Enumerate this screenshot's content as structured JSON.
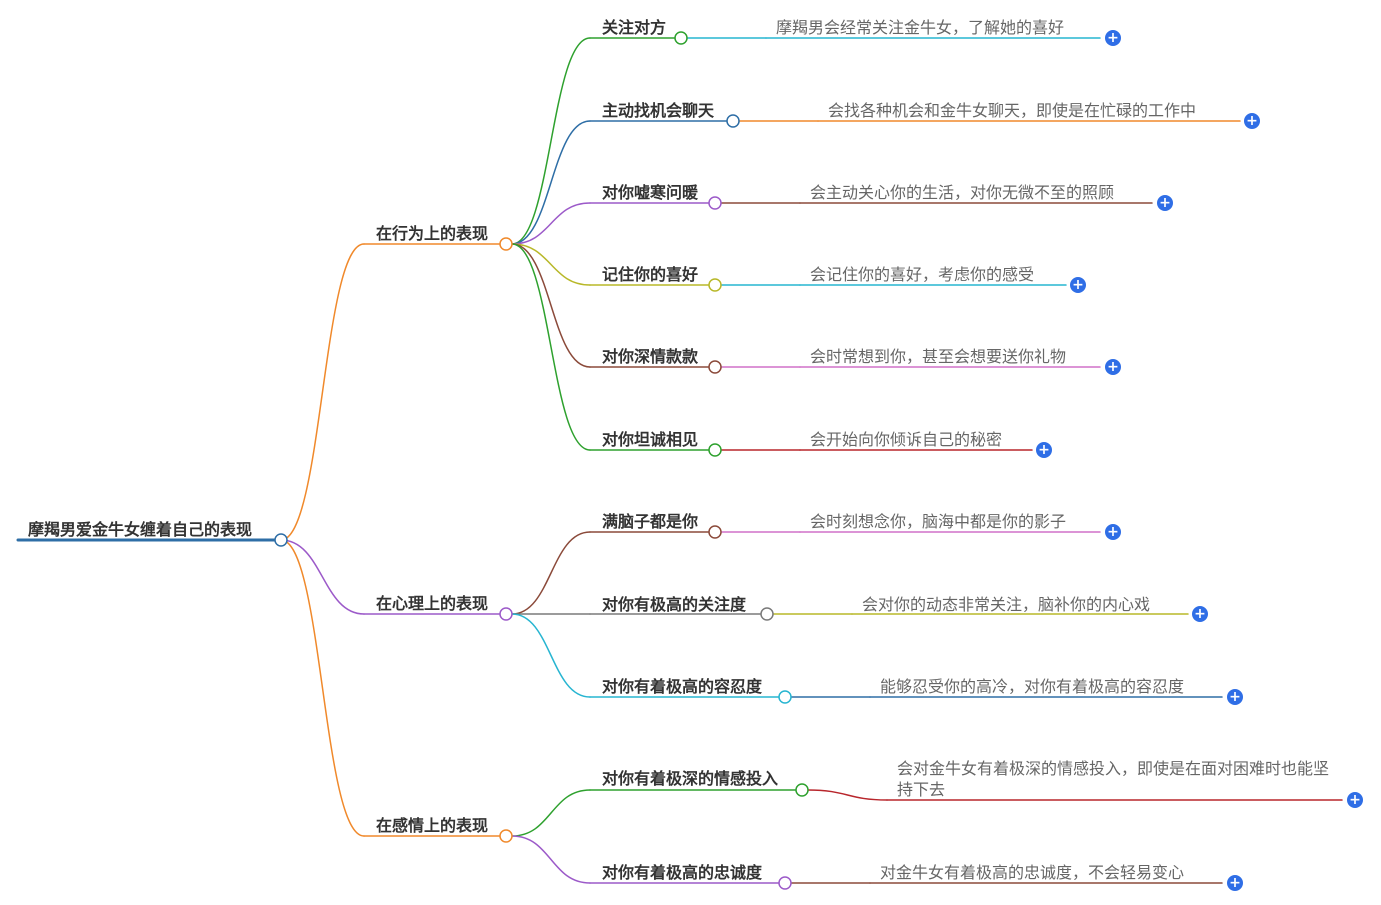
{
  "root": {
    "label": "摩羯男爱金牛女缠着自己的表现",
    "color": "#2e6ea6"
  },
  "branches": [
    {
      "label": "在行为上的表现",
      "color": "#f0892b",
      "children": [
        {
          "label": "关注对方",
          "color": "#2ea12e",
          "desc_color": "#27b5d1",
          "desc": "摩羯男会经常关注金牛女，了解她的喜好"
        },
        {
          "label": "主动找机会聊天",
          "color": "#2e6ea6",
          "desc_color": "#f0892b",
          "desc": "会找各种机会和金牛女聊天，即使是在忙碌的工作中"
        },
        {
          "label": "对你嘘寒问暖",
          "color": "#9c5ac9",
          "desc_color": "#8b4a3a",
          "desc": "会主动关心你的生活，对你无微不至的照顾"
        },
        {
          "label": "记住你的喜好",
          "color": "#b8b829",
          "desc_color": "#27b5d1",
          "desc": "会记住你的喜好，考虑你的感受"
        },
        {
          "label": "对你深情款款",
          "color": "#8b4a3a",
          "desc_color": "#d170c8",
          "desc": "会时常想到你，甚至会想要送你礼物"
        },
        {
          "label": "对你坦诚相见",
          "color": "#2ea12e",
          "desc_color": "#b8262c",
          "desc": "会开始向你倾诉自己的秘密"
        }
      ]
    },
    {
      "label": "在心理上的表现",
      "color": "#9c5ac9",
      "children": [
        {
          "label": "满脑子都是你",
          "color": "#8b4a3a",
          "desc_color": "#d170c8",
          "desc": "会时刻想念你，脑海中都是你的影子"
        },
        {
          "label": "对你有极高的关注度",
          "color": "#7a7a7a",
          "desc_color": "#b8b829",
          "desc": "会对你的动态非常关注，脑补你的内心戏"
        },
        {
          "label": "对你有着极高的容忍度",
          "color": "#27b5d1",
          "desc_color": "#2e6ea6",
          "desc": "能够忍受你的高冷，对你有着极高的容忍度"
        }
      ]
    },
    {
      "label": "在感情上的表现",
      "color": "#f0892b",
      "children": [
        {
          "label": "对你有着极深的情感投入",
          "color": "#2ea12e",
          "desc_color": "#b8262c",
          "desc": "会对金牛女有着极深的情感投入，即使是在面对困难时也能坚持下去"
        },
        {
          "label": "对你有着极高的忠诚度",
          "color": "#9c5ac9",
          "desc_color": "#8b4a3a",
          "desc": "对金牛女有着极高的忠诚度，不会轻易变心"
        }
      ]
    }
  ],
  "expand_icon": "plus-icon",
  "expand_symbol": "+",
  "accent": "#2f6ee6"
}
